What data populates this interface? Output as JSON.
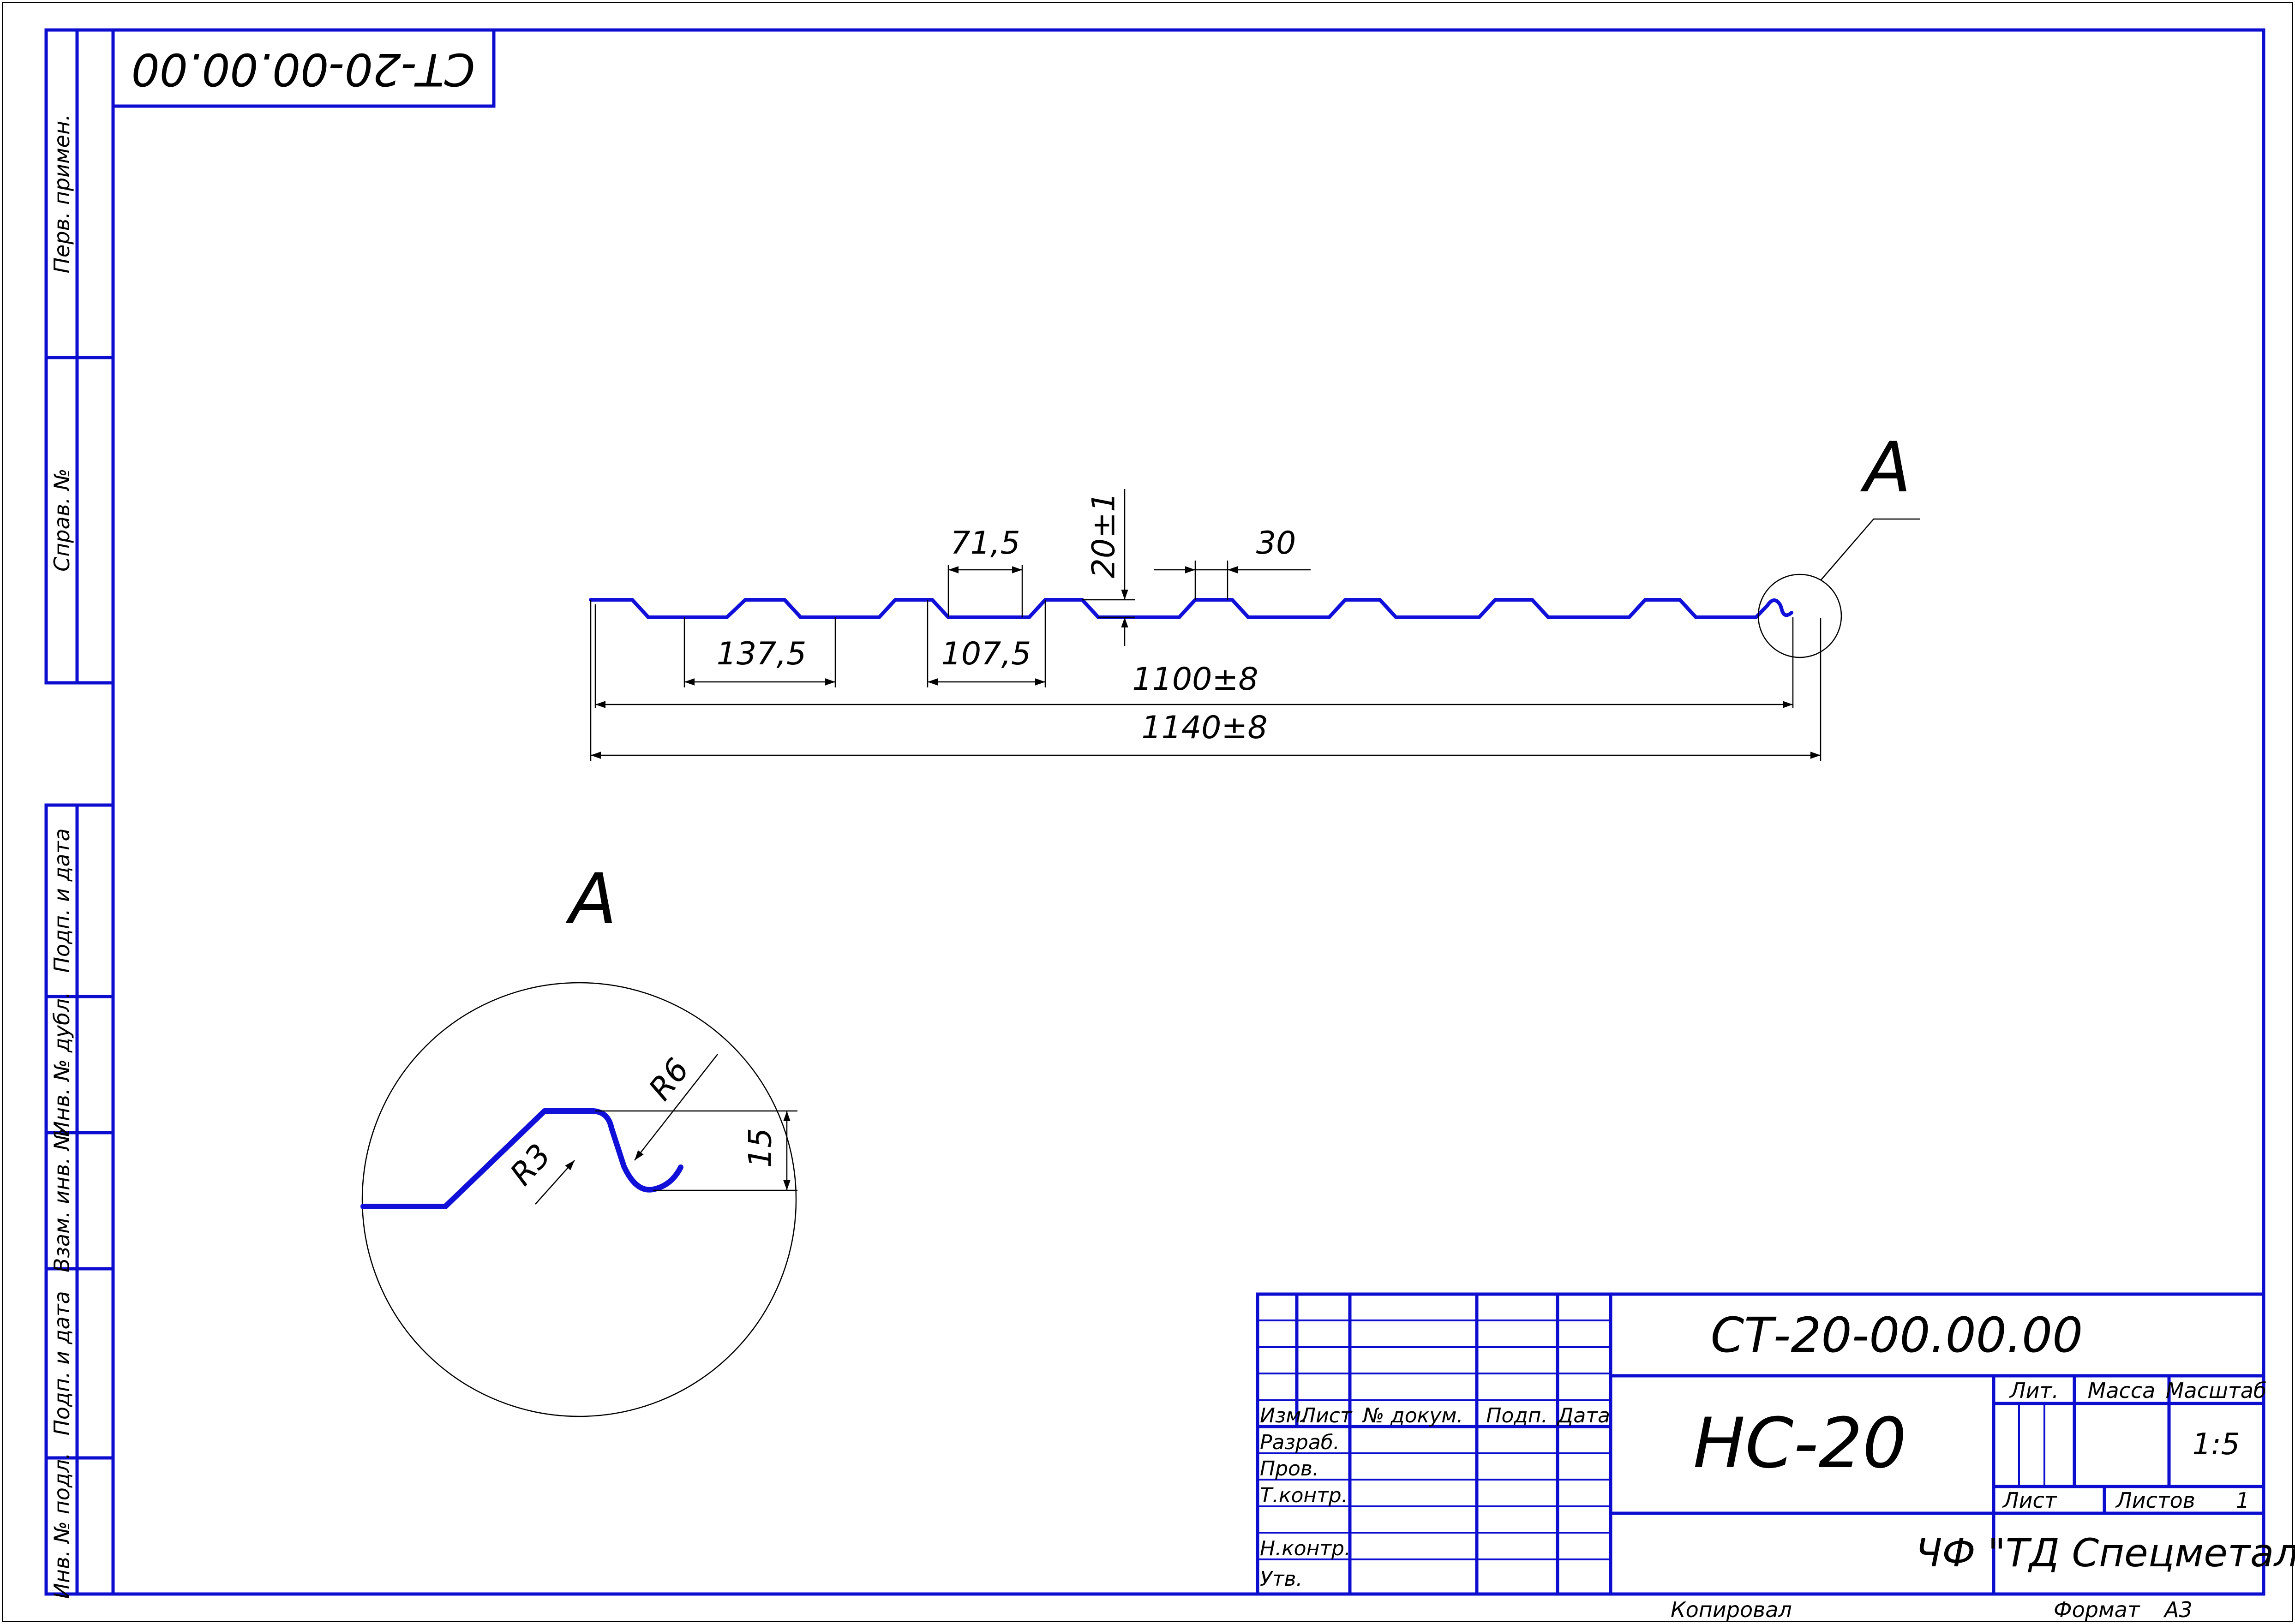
{
  "colors": {
    "frame": "#0d0dd0",
    "profile": "#1010d8",
    "line": "#000000",
    "background": "#ffffff"
  },
  "designation": "СТ-20-00.00.00",
  "designation_rotated": "СТ-20-00.00.00",
  "product_name": "НС-20",
  "organization": "ЧФ \"ТД Спецметалл\"",
  "side_labels": {
    "perv_primen": "Перв. примен.",
    "sprav_no": "Справ. №",
    "podp_data_1": "Подп. и дата",
    "inv_dubl": "Инв. № дубл.",
    "vzam_inv": "Взам. инв. №",
    "podp_data_2": "Подп. и дата",
    "inv_podl": "Инв. № подл."
  },
  "title_block": {
    "izm": "Изм.",
    "list": "Лист",
    "no_dokum": "№ докум.",
    "podp": "Подп.",
    "data": "Дата",
    "razrab": "Разраб.",
    "prov": "Пров.",
    "tkontr": "Т.контр.",
    "nkontr": "Н.контр.",
    "utv": "Утв.",
    "lit": "Лит.",
    "massa": "Масса",
    "masshtab": "Масштаб",
    "scale_value": "1:5",
    "sheet_label": "Лист",
    "sheets_label": "Листов",
    "sheets_value": "1"
  },
  "footer": {
    "kopiroval": "Копировал",
    "format_label": "Формат",
    "format_value": "А3"
  },
  "dimensions": {
    "d71_5": "71,5",
    "d20": "20±1",
    "d30": "30",
    "d137_5": "137,5",
    "d107_5": "107,5",
    "d1100": "1100±8",
    "d1140": "1140±8",
    "r6": "R6",
    "r3": "R3",
    "d15": "15"
  },
  "view_labels": {
    "callout": "А",
    "detail": "А"
  }
}
